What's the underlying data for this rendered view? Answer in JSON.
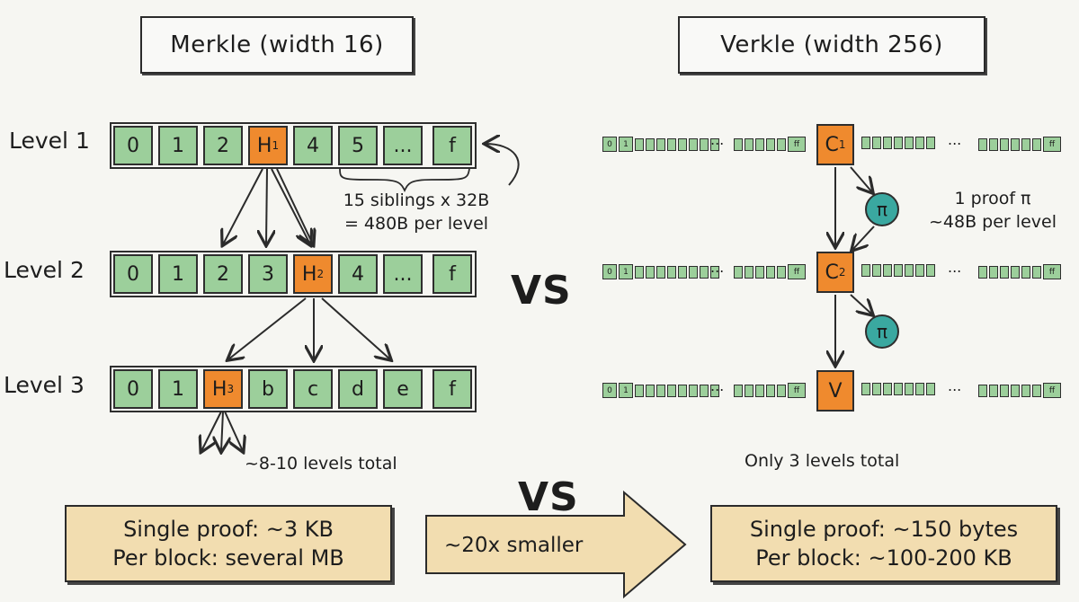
{
  "titles": {
    "merkle": "Merkle (width 16)",
    "verkle": "Verkle (width 256)"
  },
  "merkle": {
    "levels": [
      {
        "label": "Level 1",
        "cells": [
          "0",
          "1",
          "2",
          "H",
          "4",
          "5",
          "...",
          "f"
        ],
        "hl_sub": "1"
      },
      {
        "label": "Level 2",
        "cells": [
          "0",
          "1",
          "2",
          "3",
          "H",
          "4",
          "...",
          "f"
        ],
        "hl_sub": "2"
      },
      {
        "label": "Level 3",
        "cells": [
          "0",
          "1",
          "H",
          "b",
          "c",
          "d",
          "e",
          "f"
        ],
        "hl_sub": "3"
      }
    ],
    "sibling_note_line1": "15 siblings x 32B",
    "sibling_note_line2": "= 480B per level",
    "levels_total": "~8-10 levels total"
  },
  "verkle": {
    "first_label": "0",
    "first_label2": "1",
    "last_label": "ff",
    "dots": "...",
    "nodes": [
      {
        "text": "C",
        "sub": "1"
      },
      {
        "text": "C",
        "sub": "2"
      },
      {
        "text": "V",
        "sub": ""
      }
    ],
    "pi_symbol": "π",
    "proof_note_line1": "1 proof π",
    "proof_note_line2": "~48B per level",
    "levels_total": "Only 3 levels total"
  },
  "vs_label": "VS",
  "summary": {
    "merkle_line1": "Single proof: ~3 KB",
    "merkle_line2": "Per block: several MB",
    "arrow_label": "~20x smaller",
    "verkle_line1": "Single proof: ~150 bytes",
    "verkle_line2": "Per block: ~100-200 KB"
  },
  "colors": {
    "green_cell": "#9ccf9b",
    "orange_node": "#ef8a2e",
    "teal_proof": "#3aa8a0",
    "summary_fill": "#f2ddb0"
  }
}
